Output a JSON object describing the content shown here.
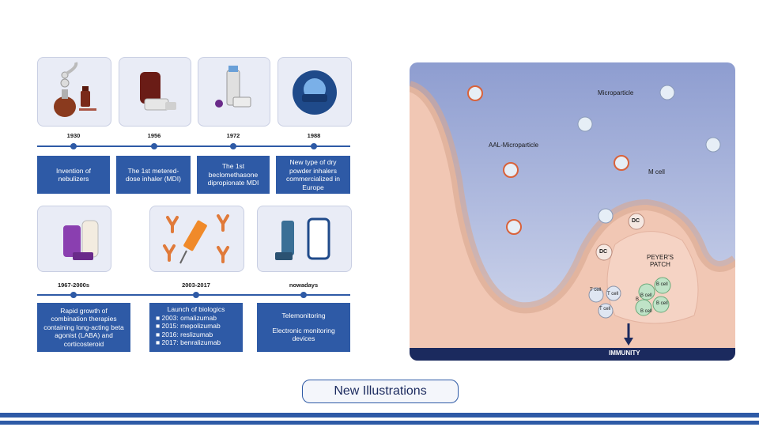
{
  "timeline_top": {
    "years": [
      "1930",
      "1956",
      "1972",
      "1988"
    ],
    "descriptions": [
      "Invention of nebulizers",
      "The 1st metered-dose inhaler (MDI)",
      "The 1st beclomethasone dipropionate MDI",
      "New type of dry powder inhalers commercialized in Europe"
    ]
  },
  "timeline_bottom": {
    "years": [
      "1967-2000s",
      "2003-2017",
      "nowadays"
    ],
    "desc_1": "Rapid growth of combination therapies containing long-acting beta agonist (LABA) and corticosteroid",
    "desc_2_title": "Launch of biologics",
    "desc_2_items": [
      "■ 2003: omalizumab",
      "■ 2015: mepolizumab",
      "■ 2016: reslizumab",
      "■ 2017: benralizumab"
    ],
    "desc_3_a": "Telemonitoring",
    "desc_3_b": "Electronic monitoring devices"
  },
  "diagram": {
    "microparticle_label": "Microparticle",
    "aal_label": "AAL-Microparticle",
    "mcell_label": "M cell",
    "dc_label": "DC",
    "peyers_label_1": "PEYER'S",
    "peyers_label_2": "PATCH",
    "tcell_label": "T cell",
    "bcell_label": "B cell",
    "b_label": "B",
    "immunity_label": "IMMUNITY"
  },
  "footer": {
    "button_label": "New Illustrations"
  },
  "colors": {
    "accent": "#2e5aa6",
    "panel_bg": "#e9ecf6",
    "tissue": "#f1c7b4",
    "sky": "#9eacd8",
    "immunity_bar": "#1b2a5e"
  }
}
